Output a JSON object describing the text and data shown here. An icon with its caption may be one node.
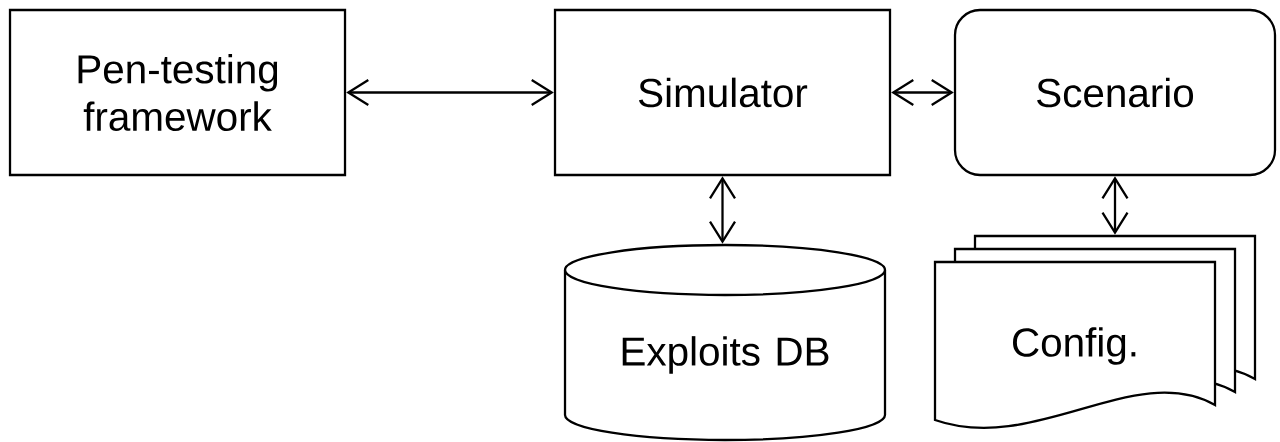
{
  "diagram": {
    "nodes": [
      {
        "text": [
          "Pen-testing framework"
        ]
      },
      {
        "text": [
          "Simulator"
        ]
      },
      {
        "text": [
          "Scenario"
        ]
      },
      {
        "text": [
          "Exploits DB"
        ]
      },
      {
        "text": [
          "Config."
        ]
      }
    ],
    "edges": [
      {
        "from": 0,
        "to": 1,
        "arrow": "both"
      },
      {
        "from": 1,
        "to": 2,
        "arrow": "both"
      },
      {
        "from": 1,
        "to": 3,
        "arrow": "both"
      },
      {
        "from": 2,
        "to": 4,
        "arrow": "both"
      }
    ]
  }
}
